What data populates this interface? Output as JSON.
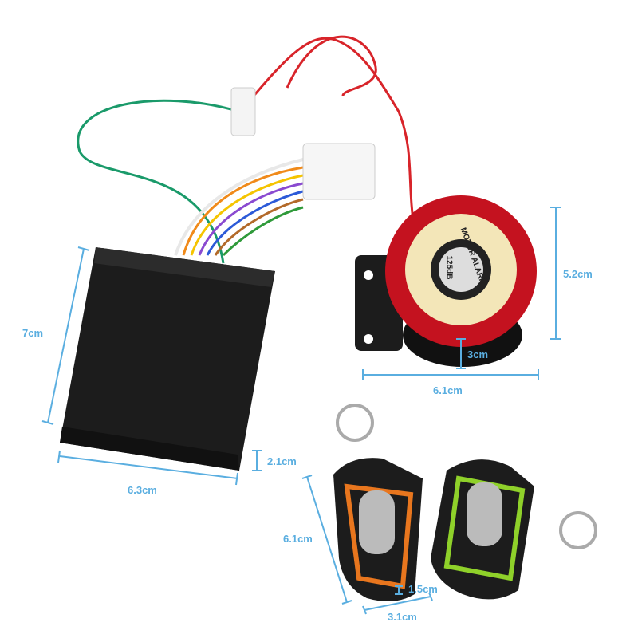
{
  "product": {
    "siren_text": "MOTOR ALARM",
    "siren_rating": "125dB"
  },
  "dimensions": {
    "control_box_height": "7cm",
    "control_box_width": "6.3cm",
    "control_box_depth": "2.1cm",
    "siren_height": "5.2cm",
    "siren_width": "6.1cm",
    "siren_depth": "3cm",
    "remote_height": "6.1cm",
    "remote_width": "3.1cm",
    "remote_depth": "1.5cm"
  },
  "colors": {
    "dimension_line": "#5aaee0",
    "siren_red": "#c4121f",
    "siren_face": "#f3e6b8",
    "box_black": "#1c1c1c",
    "remote_orange_trim": "#e8761e",
    "remote_green_trim": "#8fd12a"
  }
}
